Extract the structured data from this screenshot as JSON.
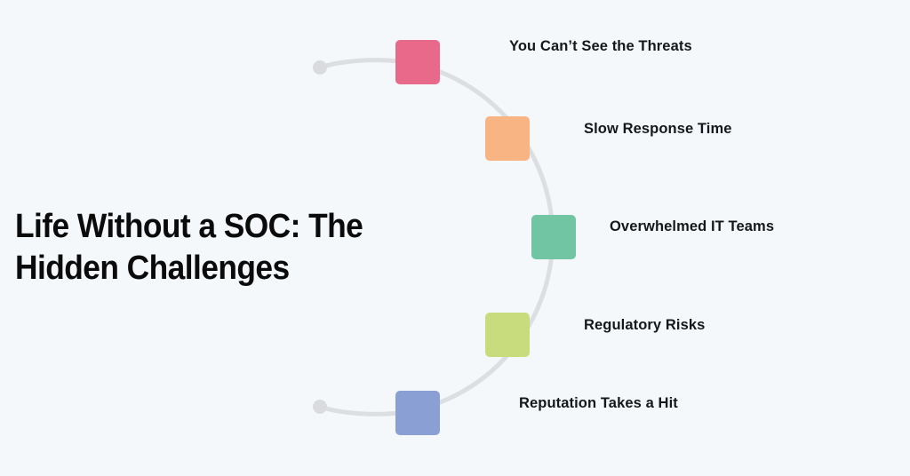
{
  "title": {
    "line1": "Life Without a SOC: The",
    "line2": "Hidden Challenges"
  },
  "colors": {
    "background": "#f4f8fb",
    "arc": "#dcdee2",
    "text": "#16171a"
  },
  "steps": [
    {
      "label": "You Can’t See the Threats",
      "color": "#e8698a"
    },
    {
      "label": "Slow Response Time",
      "color": "#f8b483"
    },
    {
      "label": "Overwhelmed IT Teams",
      "color": "#72c5a3"
    },
    {
      "label": "Regulatory Risks",
      "color": "#c9dc7d"
    },
    {
      "label": "Reputation Takes a Hit",
      "color": "#8a9fd4"
    }
  ]
}
